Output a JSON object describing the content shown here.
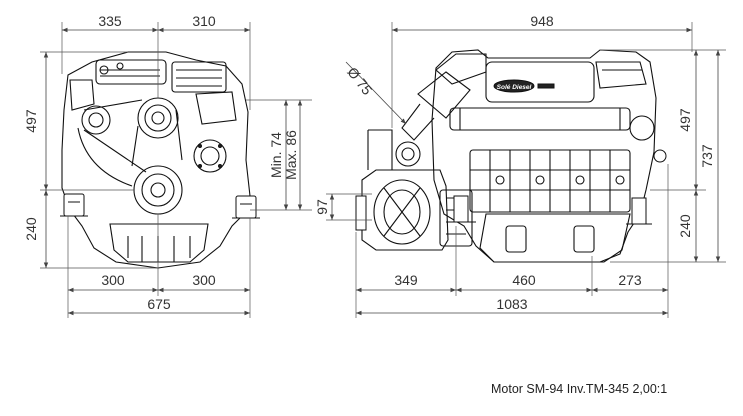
{
  "front_view": {
    "dim_top_left": "335",
    "dim_top_right": "310",
    "dim_height_upper": "497",
    "dim_height_lower": "240",
    "dim_base_left": "300",
    "dim_base_right": "300",
    "dim_overall_width": "675",
    "angle_min": "Min. 74",
    "angle_max": "Max. 86"
  },
  "side_view": {
    "dim_top_length": "948",
    "dim_diameter": "Ø 75",
    "dim_shaft_offset": "97",
    "dim_height_upper": "497",
    "dim_height_total": "737",
    "dim_height_lower": "240",
    "dim_seg1": "349",
    "dim_seg2": "460",
    "dim_seg3": "273",
    "dim_overall_length": "1083",
    "logo_text": "Solé Diesel"
  },
  "caption": "Motor SM-94 Inv.TM-345 2,00:1"
}
